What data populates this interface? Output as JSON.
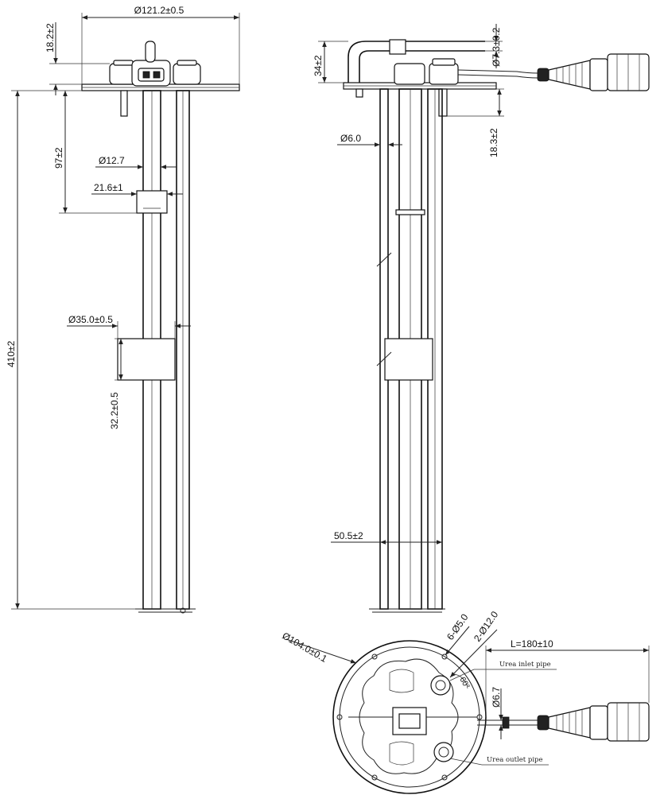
{
  "diagram": {
    "front_view": {
      "flange_diameter": "Ø121.2±0.5",
      "top_height": "18.2±2",
      "total_length": "410±2",
      "upper_offset": "97±2",
      "tube_diameter": "Ø12.7",
      "sensor_height": "21.6±1",
      "float_diameter": "Ø35.0±0.5",
      "float_height": "32.2±0.5"
    },
    "side_view": {
      "elbow_height": "34±2",
      "cable_diameter": "Ø7.3±0.2",
      "pipe_diameter": "Ø6.0",
      "pipe_offset": "18.3±2",
      "pipe_spacing": "50.5±2"
    },
    "top_view": {
      "flange_diameter": "Ø104.0±0.1",
      "hole_count_6": "6-Ø5.0",
      "hole_count_2": "2-Ø12.0",
      "angle": "60°",
      "cable_length": "L=180±10",
      "cable_dia": "Ø6.7",
      "inlet_label": "Urea inlet pipe",
      "outlet_label": "Urea outlet pipe"
    }
  }
}
